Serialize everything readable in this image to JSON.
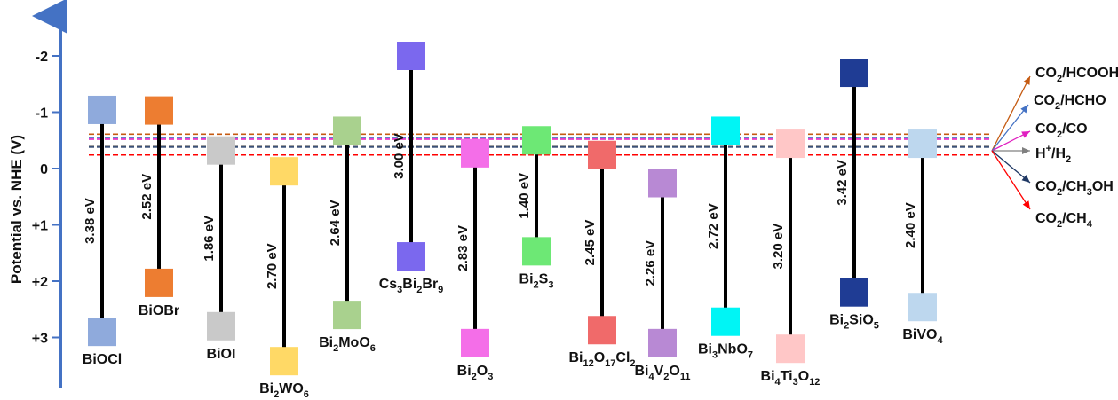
{
  "axis": {
    "title": "Potential vs. NHE (V)",
    "color": "#4472c4",
    "ticks": [
      {
        "label": "-2",
        "value": -2
      },
      {
        "label": "-1",
        "value": -1
      },
      {
        "label": "0",
        "value": 0
      },
      {
        "label": "+1",
        "value": 1
      },
      {
        "label": "+2",
        "value": 2
      },
      {
        "label": "+3",
        "value": 3
      }
    ]
  },
  "materials": [
    {
      "name": [
        [
          "BiOCl",
          ""
        ]
      ],
      "cb": -1.04,
      "vb": 2.9,
      "gap": "3.38 eV",
      "color": "#8faadc"
    },
    {
      "name": [
        [
          "BiOBr",
          ""
        ]
      ],
      "cb": -1.03,
      "vb": 2.03,
      "gap": "2.52 eV",
      "color": "#ed7d31"
    },
    {
      "name": [
        [
          "BiOI",
          ""
        ]
      ],
      "cb": -0.32,
      "vb": 2.8,
      "gap": "1.86 eV",
      "color": "#c9c9c9"
    },
    {
      "name": [
        [
          "Bi",
          ""
        ],
        [
          "2",
          "sub"
        ],
        [
          "WO",
          ""
        ],
        [
          "6",
          "sub"
        ]
      ],
      "cb": 0.05,
      "vb": 3.42,
      "gap": "2.70 eV",
      "color": "#ffd966"
    },
    {
      "name": [
        [
          "Bi",
          ""
        ],
        [
          "2",
          "sub"
        ],
        [
          "MoO",
          ""
        ],
        [
          "6",
          "sub"
        ]
      ],
      "cb": -0.67,
      "vb": 2.6,
      "gap": "2.64 eV",
      "color": "#a9d18e"
    },
    {
      "name": [
        [
          "Cs",
          ""
        ],
        [
          "3",
          "sub"
        ],
        [
          "Bi",
          ""
        ],
        [
          "2",
          "sub"
        ],
        [
          "Br",
          ""
        ],
        [
          "9",
          "sub"
        ]
      ],
      "cb": -2.0,
      "vb": 1.56,
      "gap": "3.00 eV",
      "color": "#7b68ee"
    },
    {
      "name": [
        [
          "Bi",
          ""
        ],
        [
          "2",
          "sub"
        ],
        [
          "O",
          ""
        ],
        [
          "3",
          "sub"
        ]
      ],
      "cb": -0.27,
      "vb": 3.1,
      "gap": "2.83 eV",
      "color": "#f46ee8"
    },
    {
      "name": [
        [
          "Bi",
          ""
        ],
        [
          "2",
          "sub"
        ],
        [
          "S",
          ""
        ],
        [
          "3",
          "sub"
        ]
      ],
      "cb": -0.5,
      "vb": 1.47,
      "gap": "1.40 eV",
      "color": "#6de875"
    },
    {
      "name": [
        [
          "Bi",
          ""
        ],
        [
          "12",
          "sub"
        ],
        [
          "O",
          ""
        ],
        [
          "17",
          "sub"
        ],
        [
          "Cl",
          ""
        ],
        [
          "2",
          "sub"
        ]
      ],
      "cb": -0.24,
      "vb": 2.87,
      "gap": "2.45 eV",
      "color": "#f06a6a"
    },
    {
      "name": [
        [
          "Bi",
          ""
        ],
        [
          "4",
          "sub"
        ],
        [
          "V",
          ""
        ],
        [
          "2",
          "sub"
        ],
        [
          "O",
          ""
        ],
        [
          "11",
          "sub"
        ]
      ],
      "cb": 0.26,
      "vb": 3.1,
      "gap": "2.26 eV",
      "color": "#b889d4"
    },
    {
      "name": [
        [
          "Bi",
          ""
        ],
        [
          "3",
          "sub"
        ],
        [
          "NbO",
          ""
        ],
        [
          "7",
          "sub"
        ]
      ],
      "cb": -0.67,
      "vb": 2.72,
      "gap": "2.72 eV",
      "color": "#00f5f5"
    },
    {
      "name": [
        [
          "Bi",
          ""
        ],
        [
          "4",
          "sub"
        ],
        [
          "Ti",
          ""
        ],
        [
          "3",
          "sub"
        ],
        [
          "O",
          ""
        ],
        [
          "12",
          "sub"
        ]
      ],
      "cb": -0.44,
      "vb": 3.2,
      "gap": "3.20 eV",
      "color": "#ffc7c7"
    },
    {
      "name": [
        [
          "Bi",
          ""
        ],
        [
          "2",
          "sub"
        ],
        [
          "SiO",
          ""
        ],
        [
          "5",
          "sub"
        ]
      ],
      "cb": -1.7,
      "vb": 2.2,
      "gap": "3.42 eV",
      "color": "#1f3c94"
    },
    {
      "name": [
        [
          "BiVO",
          ""
        ],
        [
          "4",
          "sub"
        ]
      ],
      "cb": -0.44,
      "vb": 2.46,
      "gap": "2.40 eV",
      "color": "#bdd7ee"
    }
  ],
  "couples": [
    {
      "label": [
        [
          "CO",
          ""
        ],
        [
          "2",
          "sub"
        ],
        [
          "/HCOOH",
          ""
        ]
      ],
      "potential": -0.61,
      "color": "#c55a11"
    },
    {
      "label": [
        [
          "CO",
          ""
        ],
        [
          "2",
          "sub"
        ],
        [
          "/HCHO",
          ""
        ]
      ],
      "potential": -0.55,
      "color": "#4472c4"
    },
    {
      "label": [
        [
          "CO",
          ""
        ],
        [
          "2",
          "sub"
        ],
        [
          "/CO",
          ""
        ]
      ],
      "potential": -0.52,
      "color": "#e020c0"
    },
    {
      "label": [
        [
          "H",
          ""
        ],
        [
          "+",
          "sup"
        ],
        [
          "/H",
          ""
        ],
        [
          "2",
          "sub"
        ]
      ],
      "potential": -0.41,
      "color": "#808080"
    },
    {
      "label": [
        [
          "CO",
          ""
        ],
        [
          "2",
          "sub"
        ],
        [
          "/CH",
          ""
        ],
        [
          "3",
          "sub"
        ],
        [
          "OH",
          ""
        ]
      ],
      "potential": -0.38,
      "color": "#1f3864"
    },
    {
      "label": [
        [
          "CO",
          ""
        ],
        [
          "2",
          "sub"
        ],
        [
          "/CH",
          ""
        ],
        [
          "4",
          "sub"
        ]
      ],
      "potential": -0.24,
      "color": "#ff0000"
    }
  ]
}
